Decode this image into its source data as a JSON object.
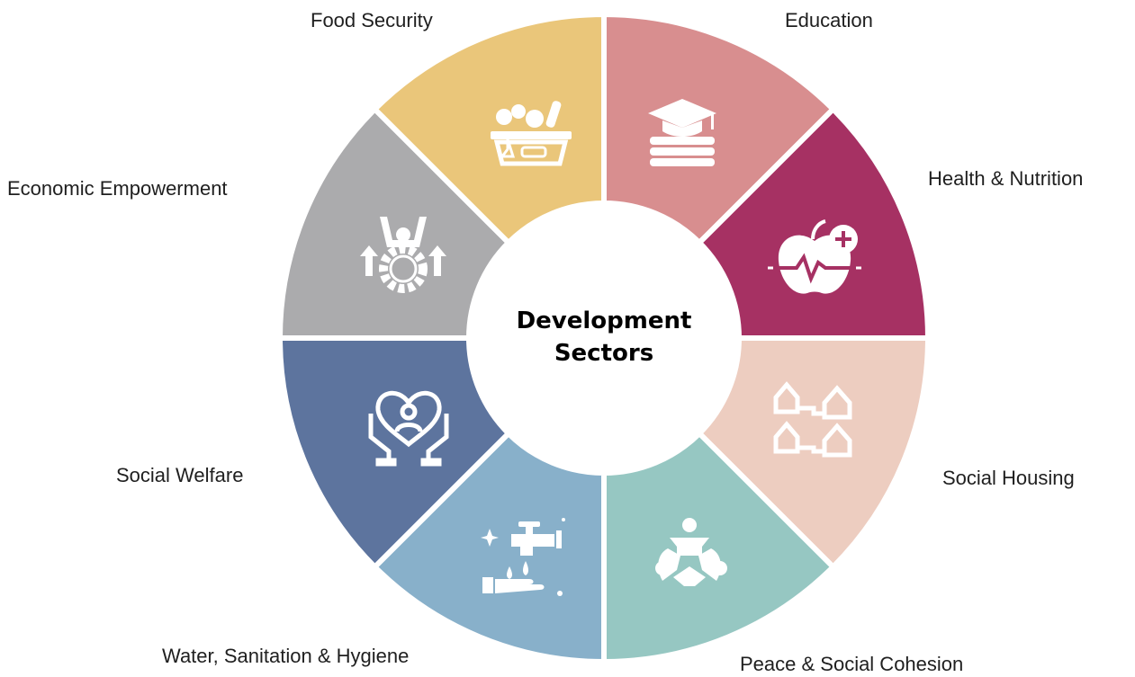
{
  "center": {
    "line1": "Development",
    "line2": "Sectors"
  },
  "sectors": [
    {
      "label": "Food Security",
      "color": "#EAC67A",
      "icon": "grocery-basket-icon"
    },
    {
      "label": "Education",
      "color": "#D88E8F",
      "icon": "graduation-books-icon"
    },
    {
      "label": "Health & Nutrition",
      "color": "#A63163",
      "icon": "apple-health-icon"
    },
    {
      "label": "Social Housing",
      "color": "#EDCDC0",
      "icon": "houses-icon"
    },
    {
      "label": "Peace & Social Cohesion",
      "color": "#96C7C2",
      "icon": "people-circle-icon"
    },
    {
      "label": "Water, Sanitation & Hygiene",
      "color": "#88B0CA",
      "icon": "water-tap-hand-icon"
    },
    {
      "label": "Social Welfare",
      "color": "#5D749E",
      "icon": "heart-hands-icon"
    },
    {
      "label": "Economic Empowerment",
      "color": "#ABABAD",
      "icon": "person-gear-growth-icon"
    }
  ]
}
